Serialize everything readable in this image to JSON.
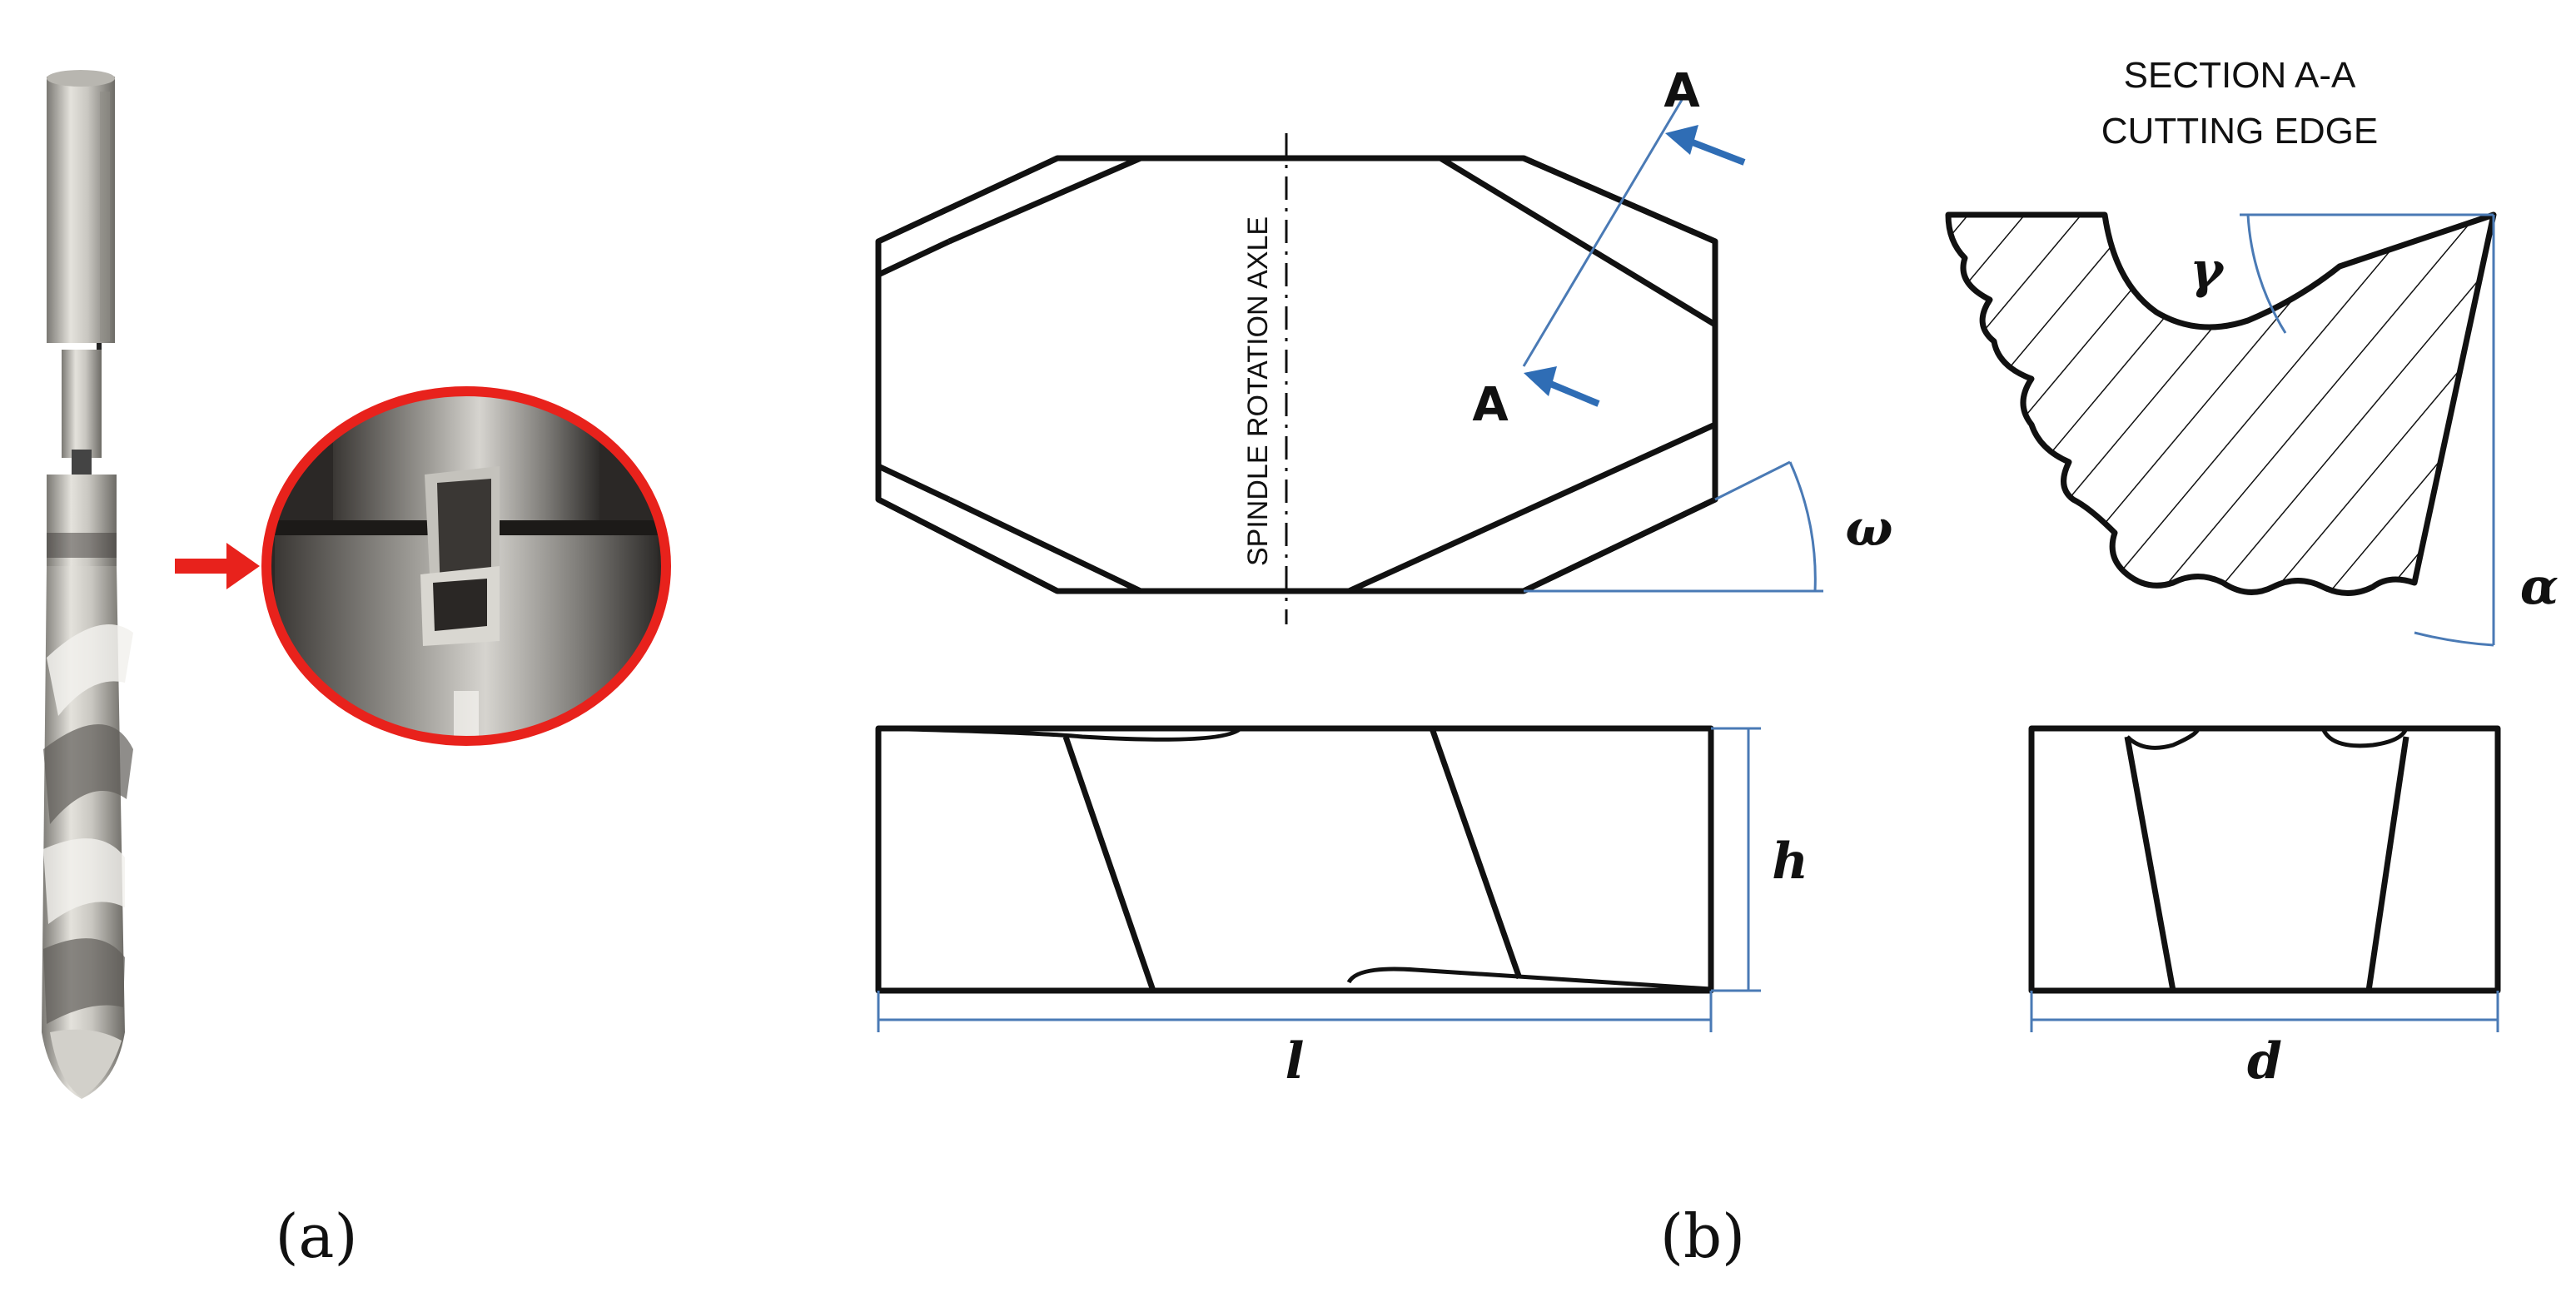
{
  "panel_a": {
    "caption": "(a)"
  },
  "panel_b": {
    "caption": "(b)",
    "axle_label": "SPINDLE ROTATION AXLE",
    "section_marker_top": "A",
    "section_marker_bottom": "A",
    "section_title_line1": "SECTION A-A",
    "section_title_line2": "CUTTING EDGE",
    "angle_omega": "ω",
    "angle_gamma": "γ",
    "angle_alpha": "α",
    "dim_h": "h",
    "dim_l": "l",
    "dim_d": "d"
  },
  "colors": {
    "line": "#111111",
    "dimension": "#4a7ab5",
    "arrow_blue": "#2f6db5",
    "highlight_red": "#e8221c",
    "steel_light": "#d9d7d1",
    "steel_dark": "#6f6d68"
  }
}
